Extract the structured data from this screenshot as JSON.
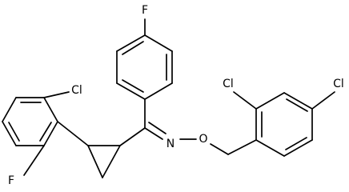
{
  "molecule": {
    "labels": {
      "cl_left": "Cl",
      "f_left": "F",
      "f_top": "F",
      "n": "N",
      "o": "O",
      "cl_ortho": "Cl",
      "cl_para": "Cl"
    }
  },
  "colors": {
    "bond": "#000000",
    "text": "#000000",
    "background": "#ffffff"
  }
}
